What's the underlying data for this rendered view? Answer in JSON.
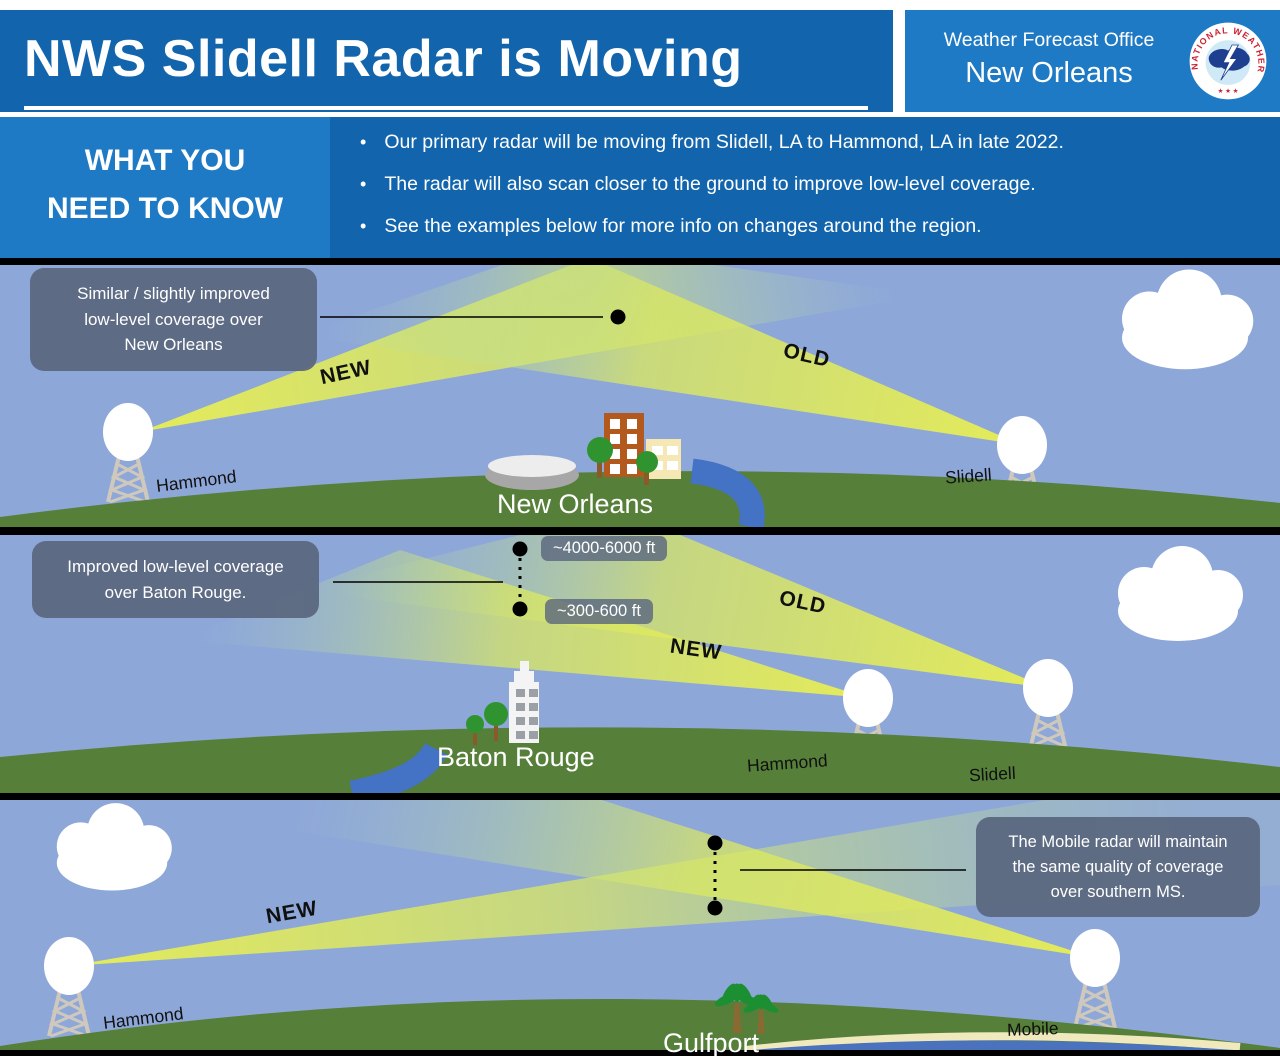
{
  "header": {
    "title": "NWS Slidell Radar is Moving",
    "office": {
      "line1": "Weather Forecast Office",
      "line2": "New Orleans"
    },
    "logo": {
      "ring_text": "NATIONAL WEATHER SERVICE",
      "stars": "★ ★ ★"
    }
  },
  "info_bar": {
    "heading_line1": "WHAT YOU",
    "heading_line2": "NEED TO KNOW",
    "bullet_glyph": "•",
    "bullets": [
      "Our primary radar will be moving from Slidell, LA to Hammond, LA in late 2022.",
      "The radar will also scan closer to the ground to improve low-level coverage.",
      "See the examples below for more info on changes around the region."
    ]
  },
  "panel_new_orleans": {
    "callout": "Similar / slightly improved low-level coverage over New Orleans",
    "new_label": "NEW",
    "old_label": "OLD",
    "tower_left": "Hammond",
    "tower_right": "Slidell",
    "city": "New Orleans"
  },
  "panel_baton_rouge": {
    "callout": "Improved low-level coverage over Baton Rouge.",
    "old_beam_height": "~4000-6000 ft",
    "new_beam_height": "~300-600 ft",
    "new_label": "NEW",
    "old_label": "OLD",
    "tower_left": "Hammond",
    "tower_right": "Slidell",
    "city": "Baton Rouge"
  },
  "panel_gulfport": {
    "callout": "The Mobile radar will maintain the same quality of coverage over southern MS.",
    "new_label": "NEW",
    "tower_left": "Hammond",
    "tower_right": "Mobile",
    "city": "Gulfport"
  },
  "colors": {
    "header_blue": "#1265ac",
    "light_blue": "#1e7ac4",
    "sky": "#8ea7d9",
    "ground_green": "#567f39",
    "beam_yellow": "#e9ef52",
    "callout_gray": "#59667e",
    "river_blue": "#4472c4",
    "sand": "#efe9bd",
    "water": "#4a72bd"
  }
}
